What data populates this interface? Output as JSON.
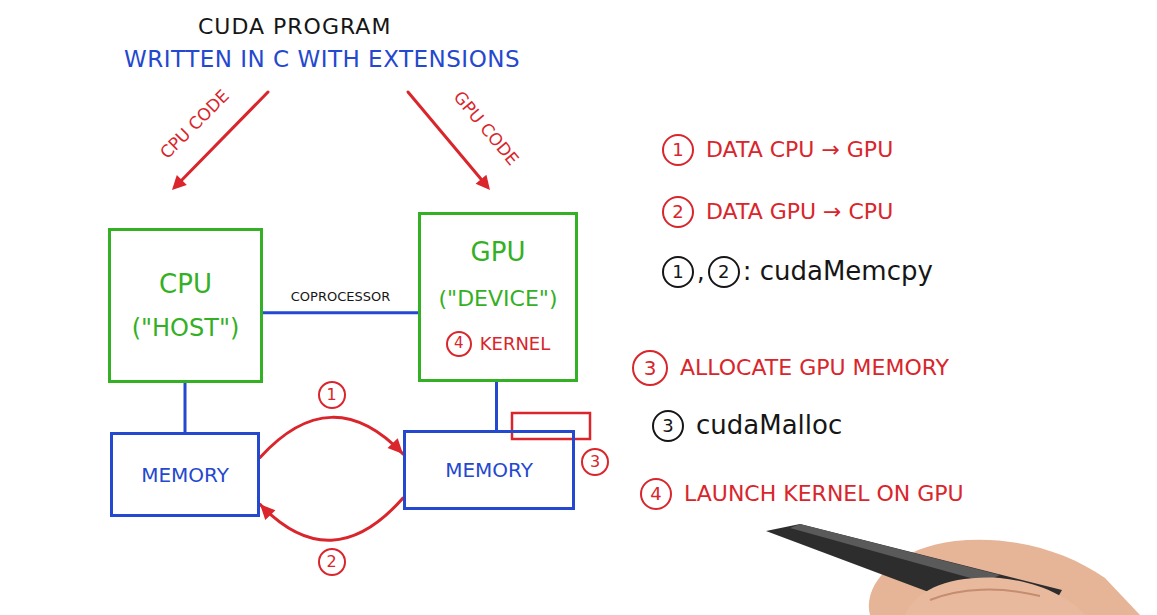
{
  "diagram": {
    "title": "CUDA PROGRAM",
    "nodes": [
      {
        "text": [
          "CPU",
          "(\"HOST\")"
        ]
      },
      {
        "text": [
          "GPU",
          "(\"DEVICE\")"
        ]
      },
      {
        "text": [
          "MEMORY"
        ]
      },
      {
        "text": [
          "MEMORY"
        ]
      }
    ],
    "edges": [
      {
        "from": 0,
        "to": 1,
        "arrow": "none",
        "label": "COPROCESSOR"
      },
      {
        "from": 0,
        "to": 2,
        "arrow": "none"
      },
      {
        "from": 1,
        "to": 3,
        "arrow": "none"
      },
      {
        "from": 2,
        "to": 3,
        "arrow": "to",
        "label": "1"
      },
      {
        "from": 3,
        "to": 2,
        "arrow": "to",
        "label": "2"
      }
    ],
    "labels": [
      "WRITTEN IN C WITH EXTENSIONS",
      "CPU CODE",
      "GPU CODE",
      "4",
      "KERNEL",
      "3",
      "1",
      "DATA CPU → GPU",
      "2",
      "DATA GPU → CPU",
      "1",
      ",",
      "2",
      ": cudaMemcpy",
      "3",
      "ALLOCATE GPU MEMORY",
      "3",
      "cudaMalloc",
      "4",
      "LAUNCH KERNEL ON GPU"
    ]
  }
}
